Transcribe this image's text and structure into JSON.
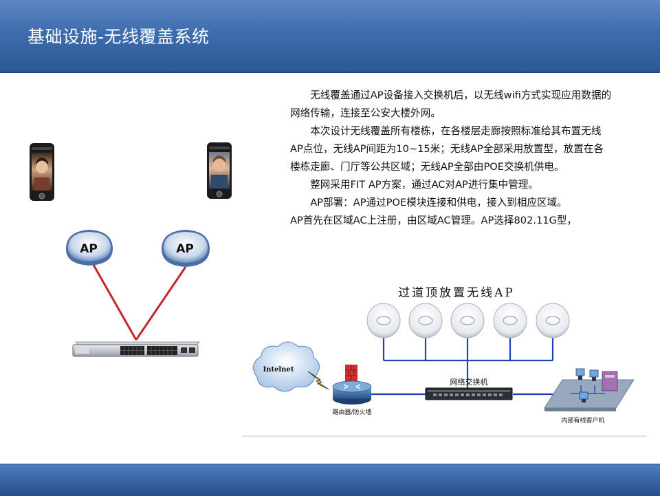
{
  "header": {
    "title": "基础设施-无线覆盖系统"
  },
  "body_text": {
    "p1": "无线覆盖通过AP设备接入交换机后，以无线wifi方式实现应用数据的网络传输，连接至公安大楼外网。",
    "p2": "本次设计无线覆盖所有楼栋，在各楼层走廊按照标准给其布置无线AP点位，无线AP间距为10~15米；无线AP全部采用放置型，放置在各楼栋走廊、门厅等公共区域；无线AP全部由POE交换机供电。",
    "p3": "整网采用FIT AP方案，通过AC对AP进行集中管理。",
    "p4": "AP部署：AP通过POE模块连接和供电，接入到相应区域。",
    "p5": "AP首先在区域AC上注册，由区域AC管理。AP选择802.11G型，"
  },
  "left_diagram": {
    "ap_left_label": "AP",
    "ap_right_label": "AP"
  },
  "right_diagram": {
    "title": "过道顶放置无线AP",
    "cloud_label": "Intelnet",
    "router_label": "路由器/防火墙",
    "switch_label": "网络交换机",
    "clients_label": "内部有线客户机"
  },
  "colors": {
    "header_blue": "#3e6dad",
    "link_red": "#c0282d",
    "network_blue": "#1f3fbf"
  }
}
